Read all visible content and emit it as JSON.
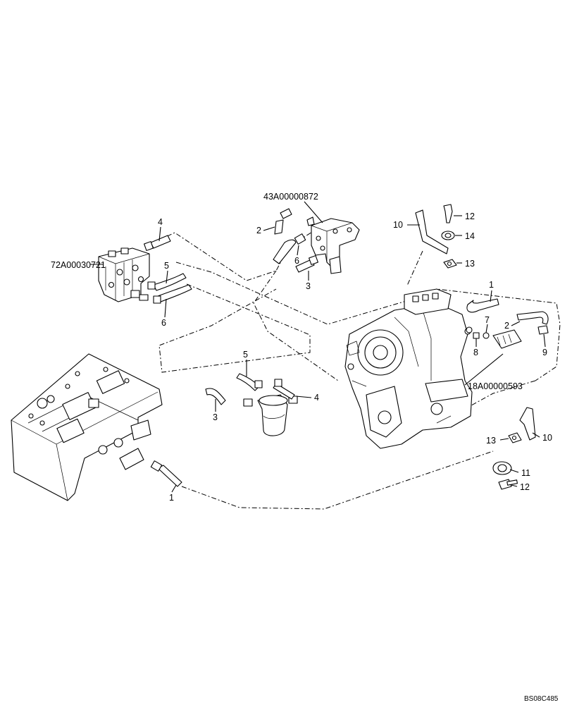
{
  "assemblies": {
    "control_valve": "72A00030721",
    "pump_valve": "43A00000872",
    "transmission": "18A00000593"
  },
  "callouts": {
    "one": "1",
    "two": "2",
    "three": "3",
    "four": "4",
    "five": "5",
    "six": "6",
    "seven": "7",
    "eight": "8",
    "nine": "9",
    "ten": "10",
    "eleven": "11",
    "twelve": "12",
    "thirteen": "13",
    "fourteen": "14"
  },
  "drawing_ref": "BS08C485"
}
